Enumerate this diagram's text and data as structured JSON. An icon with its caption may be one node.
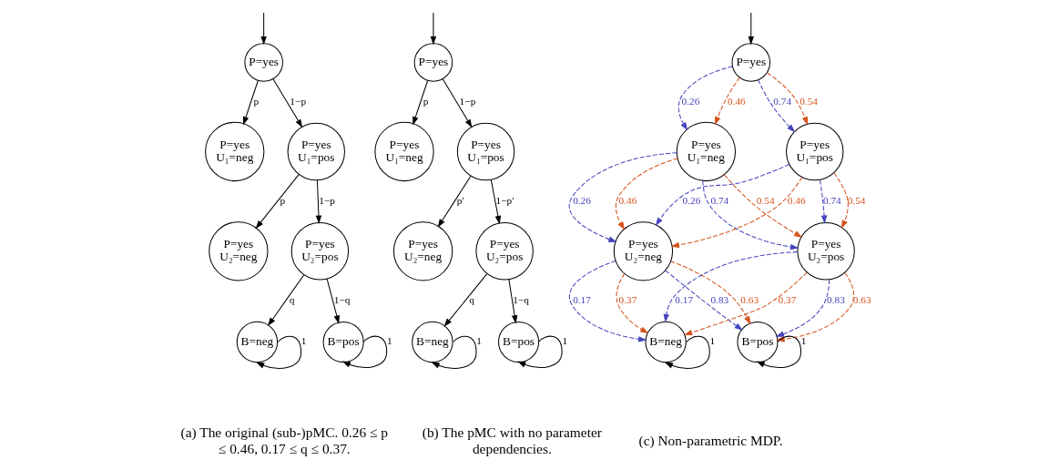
{
  "diagram": {
    "nodes": [
      {
        "text": [
          "P=yes"
        ]
      },
      {
        "text": [
          "P=yes",
          "U₁=neg"
        ]
      },
      {
        "text": [
          "P=yes",
          "U₁=pos"
        ]
      },
      {
        "text": [
          "P=yes",
          "U₂=neg"
        ]
      },
      {
        "text": [
          "P=yes",
          "U₂=pos"
        ]
      },
      {
        "text": [
          "B=neg"
        ]
      },
      {
        "text": [
          "B=pos"
        ]
      },
      {
        "text": [
          "P=yes"
        ]
      },
      {
        "text": [
          "P=yes",
          "U₁=neg"
        ]
      },
      {
        "text": [
          "P=yes",
          "U₁=pos"
        ]
      },
      {
        "text": [
          "P=yes",
          "U₂=neg"
        ]
      },
      {
        "text": [
          "P=yes",
          "U₂=pos"
        ]
      },
      {
        "text": [
          "B=neg"
        ]
      },
      {
        "text": [
          "B=pos"
        ]
      },
      {
        "text": [
          "P=yes"
        ]
      },
      {
        "text": [
          "P=yes",
          "U₁=neg"
        ]
      },
      {
        "text": [
          "P=yes",
          "U₁=pos"
        ]
      },
      {
        "text": [
          "P=yes",
          "U₂=neg"
        ]
      },
      {
        "text": [
          "P=yes",
          "U₂=pos"
        ]
      },
      {
        "text": [
          "B=neg"
        ]
      },
      {
        "text": [
          "B=pos"
        ]
      }
    ],
    "edges": [
      {
        "from": null,
        "to": 0,
        "arrow": "to"
      },
      {
        "from": 0,
        "to": 1,
        "arrow": "to",
        "label": "p"
      },
      {
        "from": 0,
        "to": 2,
        "arrow": "to",
        "label": "1−p"
      },
      {
        "from": 2,
        "to": 3,
        "arrow": "to",
        "label": "p"
      },
      {
        "from": 2,
        "to": 4,
        "arrow": "to",
        "label": "1−p"
      },
      {
        "from": 4,
        "to": 5,
        "arrow": "to",
        "label": "q"
      },
      {
        "from": 4,
        "to": 6,
        "arrow": "to",
        "label": "1−q"
      },
      {
        "from": 5,
        "to": 5,
        "arrow": "to",
        "label": "1"
      },
      {
        "from": 6,
        "to": 6,
        "arrow": "to",
        "label": "1"
      },
      {
        "from": null,
        "to": 7,
        "arrow": "to"
      },
      {
        "from": 7,
        "to": 8,
        "arrow": "to",
        "label": "p"
      },
      {
        "from": 7,
        "to": 9,
        "arrow": "to",
        "label": "1−p"
      },
      {
        "from": 9,
        "to": 10,
        "arrow": "to",
        "label": "p′"
      },
      {
        "from": 9,
        "to": 11,
        "arrow": "to",
        "label": "1−p′"
      },
      {
        "from": 11,
        "to": 12,
        "arrow": "to",
        "label": "q"
      },
      {
        "from": 11,
        "to": 13,
        "arrow": "to",
        "label": "1−q"
      },
      {
        "from": 12,
        "to": 12,
        "arrow": "to",
        "label": "1"
      },
      {
        "from": 13,
        "to": 13,
        "arrow": "to",
        "label": "1"
      },
      {
        "from": null,
        "to": 14,
        "arrow": "to"
      },
      {
        "from": 14,
        "to": 15,
        "arrow": "to",
        "label": "0.26",
        "style": "dashed",
        "color": "#4444bb"
      },
      {
        "from": 14,
        "to": 16,
        "arrow": "to",
        "label": "0.74",
        "style": "dashed",
        "color": "#4444bb"
      },
      {
        "from": 14,
        "to": 15,
        "arrow": "to",
        "label": "0.46",
        "style": "dashed",
        "color": "#d4521c"
      },
      {
        "from": 14,
        "to": 16,
        "arrow": "to",
        "label": "0.54",
        "style": "dashed",
        "color": "#d4521c"
      },
      {
        "from": 15,
        "to": 17,
        "arrow": "to",
        "label": "0.26",
        "style": "dashed",
        "color": "#4444bb"
      },
      {
        "from": 15,
        "to": 18,
        "arrow": "to",
        "label": "0.74",
        "style": "dashed",
        "color": "#4444bb"
      },
      {
        "from": 15,
        "to": 17,
        "arrow": "to",
        "label": "0.46",
        "style": "dashed",
        "color": "#d4521c"
      },
      {
        "from": 15,
        "to": 18,
        "arrow": "to",
        "label": "0.54",
        "style": "dashed",
        "color": "#d4521c"
      },
      {
        "from": 16,
        "to": 17,
        "arrow": "to",
        "label": "0.26",
        "style": "dashed",
        "color": "#4444bb"
      },
      {
        "from": 16,
        "to": 18,
        "arrow": "to",
        "label": "0.74",
        "style": "dashed",
        "color": "#4444bb"
      },
      {
        "from": 16,
        "to": 17,
        "arrow": "to",
        "label": "0.46",
        "style": "dashed",
        "color": "#d4521c"
      },
      {
        "from": 16,
        "to": 18,
        "arrow": "to",
        "label": "0.54",
        "style": "dashed",
        "color": "#d4521c"
      },
      {
        "from": 17,
        "to": 19,
        "arrow": "to",
        "label": "0.17",
        "style": "dashed",
        "color": "#4444bb"
      },
      {
        "from": 17,
        "to": 20,
        "arrow": "to",
        "label": "0.83",
        "style": "dashed",
        "color": "#4444bb"
      },
      {
        "from": 17,
        "to": 19,
        "arrow": "to",
        "label": "0.37",
        "style": "dashed",
        "color": "#d4521c"
      },
      {
        "from": 17,
        "to": 20,
        "arrow": "to",
        "label": "0.63",
        "style": "dashed",
        "color": "#d4521c"
      },
      {
        "from": 18,
        "to": 19,
        "arrow": "to",
        "label": "0.17",
        "style": "dashed",
        "color": "#4444bb"
      },
      {
        "from": 18,
        "to": 20,
        "arrow": "to",
        "label": "0.83",
        "style": "dashed",
        "color": "#4444bb"
      },
      {
        "from": 18,
        "to": 19,
        "arrow": "to",
        "label": "0.37",
        "style": "dashed",
        "color": "#d4521c"
      },
      {
        "from": 18,
        "to": 20,
        "arrow": "to",
        "label": "0.63",
        "style": "dashed",
        "color": "#d4521c"
      },
      {
        "from": 19,
        "to": 19,
        "arrow": "to",
        "label": "1"
      },
      {
        "from": 20,
        "to": 20,
        "arrow": "to",
        "label": "1"
      }
    ],
    "labels": [
      "(a) The original (sub-)pMC. 0.26 ≤ p ≤ 0.46, 0.17 ≤ q ≤ 0.37.",
      "(b) The pMC with no parameter dependencies.",
      "(c) Non-parametric MDP."
    ]
  }
}
